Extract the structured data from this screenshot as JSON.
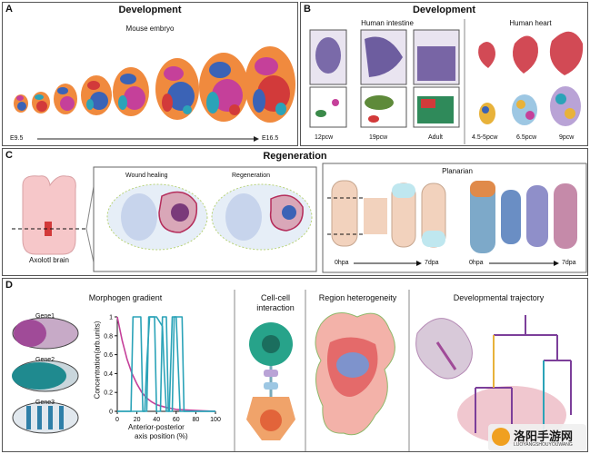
{
  "panelA": {
    "letter": "A",
    "title": "Development",
    "subtitle": "Mouse embryo",
    "start": "E9.5",
    "end": "E16.5"
  },
  "panelB": {
    "letter": "B",
    "title": "Development",
    "intestine_title": "Human intestine",
    "heart_title": "Human heart",
    "intestine_stages": [
      "12pcw",
      "19pcw",
      "Adult"
    ],
    "heart_stages": [
      "4.5-5pcw",
      "6.5pcw",
      "9pcw"
    ]
  },
  "panelC": {
    "letter": "C",
    "title": "Regeneration",
    "axolotl_label": "Axolotl brain",
    "wound_label": "Wound healing",
    "regen_label": "Regeneration",
    "planarian_title": "Planarian",
    "start_left": "0hpa",
    "end_left": "7dpa",
    "start_right": "0hpa",
    "end_right": "7dpa"
  },
  "panelD": {
    "letter": "D",
    "morphogen_title": "Morphogen gradient",
    "genes": [
      "Gene1",
      "Gene2",
      "Gene3"
    ],
    "cell_title_1": "Cell-cell",
    "cell_title_2": "interaction",
    "region_title": "Region heterogeneity",
    "traj_title": "Developmental trajectory",
    "chart_ylabel": "Concentration(arb.units)",
    "chart_xlabel_1": "Anterior-posterior",
    "chart_xlabel_2": "axis position (%)"
  },
  "watermark": {
    "main": "洛阳手游网",
    "sub": "LUOYANGSHOUYOUWANG"
  },
  "chart_data": {
    "type": "line",
    "xlabel": "Anterior-posterior axis position (%)",
    "ylabel": "Concentration(arb.units)",
    "xlim": [
      0,
      100
    ],
    "ylim": [
      0,
      1
    ],
    "xticks": [
      0,
      20,
      40,
      60,
      80,
      100
    ],
    "yticks": [
      0,
      0.2,
      0.4,
      0.6,
      0.8,
      1
    ],
    "series": [
      {
        "color": "#c5409a",
        "x": [
          0,
          5,
          10,
          15,
          20,
          25,
          30,
          35,
          40,
          50,
          60,
          80,
          100
        ],
        "y": [
          1,
          0.75,
          0.55,
          0.4,
          0.29,
          0.2,
          0.14,
          0.1,
          0.07,
          0.04,
          0.02,
          0.01,
          0
        ]
      },
      {
        "color": "#2ba3b8",
        "x": [
          0,
          14,
          16,
          18,
          24,
          26,
          30,
          32,
          38,
          40,
          44,
          46,
          50,
          52,
          56,
          58,
          66,
          68,
          72,
          74,
          100
        ],
        "y": [
          0,
          0,
          1,
          1,
          1,
          0,
          0,
          1,
          1,
          0,
          0,
          1,
          1,
          0,
          0,
          1,
          1,
          0,
          0,
          0,
          0
        ]
      },
      {
        "color": "#2ba3b8",
        "x": [
          0,
          28,
          30,
          33,
          36,
          40,
          46,
          48,
          50,
          53,
          56,
          60,
          64,
          66,
          70,
          100
        ],
        "y": [
          0,
          0,
          0.5,
          1,
          1,
          1,
          0.9,
          0.4,
          0,
          0,
          1,
          1,
          0,
          0,
          0,
          0
        ]
      }
    ]
  },
  "colors": {
    "magenta": "#c5409a",
    "teal": "#2ba3b8",
    "orange": "#f08a3e",
    "red": "#d23a3a",
    "blue": "#3b63b6"
  }
}
